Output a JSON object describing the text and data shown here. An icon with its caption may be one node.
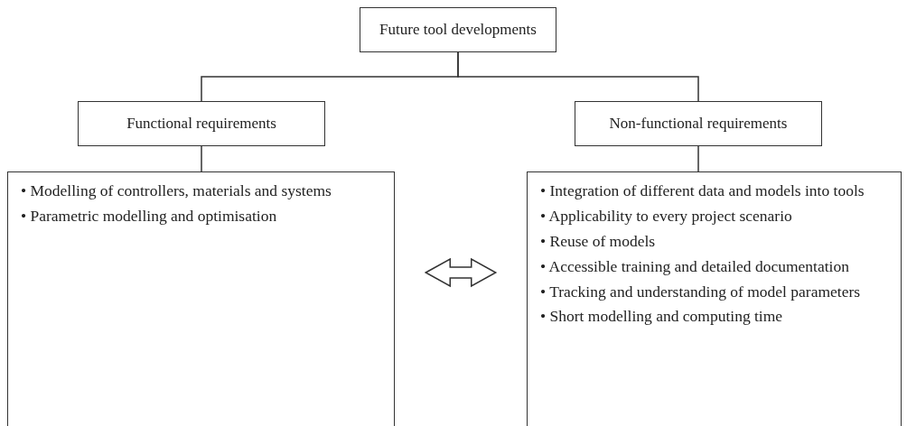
{
  "diagram": {
    "nodes": [
      {
        "text": [
          "Future tool developments"
        ]
      },
      {
        "text": [
          "Functional requirements"
        ]
      },
      {
        "text": [
          "Non-functional requirements"
        ]
      },
      {
        "text": [
          "• Modelling of controllers, materials and systems",
          "• Parametric modelling and optimisation"
        ]
      },
      {
        "text": [
          "• Integration of different data and models into tools",
          "• Applicability to every project scenario",
          "• Reuse of models",
          "• Accessible training and detailed documentation",
          "• Tracking and understanding of model parameters",
          "• Short modelling and computing time"
        ]
      }
    ],
    "edges": [
      {
        "from": 0,
        "to": 1,
        "arrow": "none"
      },
      {
        "from": 0,
        "to": 2,
        "arrow": "none"
      },
      {
        "from": 1,
        "to": 3,
        "arrow": "none"
      },
      {
        "from": 2,
        "to": 4,
        "arrow": "none"
      },
      {
        "from": 3,
        "to": 4,
        "arrow": "both"
      }
    ]
  }
}
